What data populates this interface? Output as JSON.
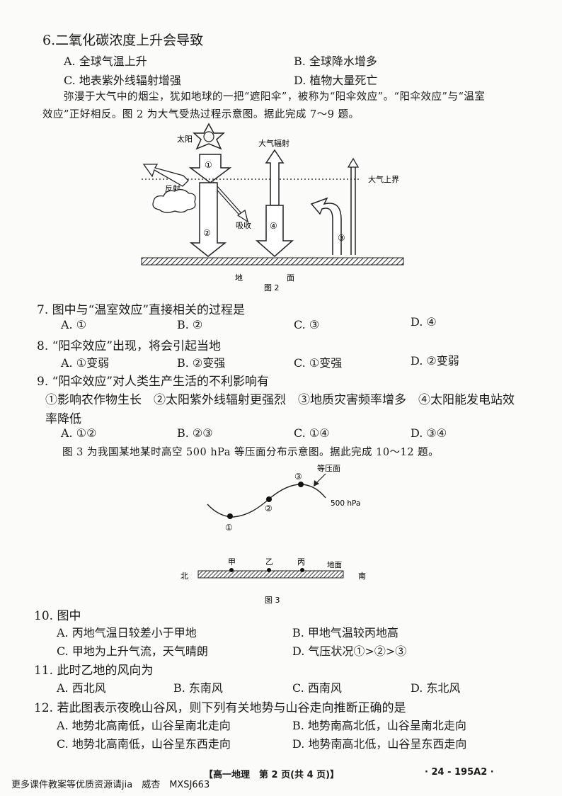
{
  "q6": {
    "stem": "6.二氧化碳浓度上升会导致",
    "A": "A. 全球气温上升",
    "B": "B. 全球降水增多",
    "C": "C. 地表紫外线辐射增强",
    "D": "D. 植物大量死亡"
  },
  "intro1": {
    "line1": "弥漫于大气中的烟尘，犹如地球的一把“遮阳伞”，被称为“阳伞效应”。“阳伞效应”与“温室",
    "line2": "效应”正好相反。图 2 为大气受热过程示意图。据此完成 7～9 题。"
  },
  "fig2": {
    "sun": "太阳",
    "atm_radiation": "大气辐射",
    "atm_top": "大气上界",
    "reflect": "反射",
    "absorb": "吸收",
    "n1": "①",
    "n2": "②",
    "n3": "③",
    "n4": "④",
    "ground_left": "地",
    "ground_right": "面",
    "caption": "图 2"
  },
  "q7": {
    "stem": "7. 图中与“温室效应”直接相关的过程是",
    "A": "A. ①",
    "B": "B. ②",
    "C": "C. ③",
    "D": "D. ④"
  },
  "q8": {
    "stem": "8. “阳伞效应”出现，将会引起当地",
    "A": "A. ①变弱",
    "B": "B. ②变强",
    "C": "C. ①变强",
    "D": "D. ②变弱"
  },
  "q9": {
    "stem": "9. “阳伞效应”对人类生产生活的不利影响有",
    "line1": "①影响农作物生长　②太阳紫外线辐射更强烈　③地质灾害频率增多　④太阳能发电站效",
    "line2": "率降低",
    "A": "A. ①②",
    "B": "B. ②③",
    "C": "C. ①④",
    "D": "D. ③④"
  },
  "intro2": "图 3 为我国某地某时高空 500 hPa 等压面分布示意图。据此完成 10～12 题。",
  "fig3": {
    "isobar": "等压面",
    "pressure": "500 hPa",
    "p1": "①",
    "p2": "②",
    "p3": "③",
    "jia": "甲",
    "yi": "乙",
    "bing": "丙",
    "ground": "地面",
    "north": "北",
    "south": "南",
    "caption": "图 3"
  },
  "q10": {
    "stem": "10. 图中",
    "A": "A. 丙地气温日较差小于甲地",
    "B": "B. 甲地气温较丙地高",
    "C": "C. 甲地为上升气流，天气晴朗",
    "D": "D. 气压状况①>②>③"
  },
  "q11": {
    "stem": "11. 此时乙地的风向为",
    "A": "A. 西北风",
    "B": "B. 东南风",
    "C": "C. 西南风",
    "D": "D. 东北风"
  },
  "q12": {
    "stem": "12. 若此图表示夜晚山谷风，则下列有关地势与山谷走向推断正确的是",
    "A": "A. 地势北高南低，山谷呈南北走向",
    "B": "B. 地势南高北低，山谷呈南北走向",
    "C": "C. 地势北高南低，山谷呈东西走向",
    "D": "D. 地势南高北低，山谷呈东西走向"
  },
  "footer": {
    "left": "更多课件教案等优质资源请jia　威杏　MXSJ663",
    "center": "【高一地理　第 2 页(共 4 页)】",
    "right": "· 24 - 195A2 ·"
  }
}
